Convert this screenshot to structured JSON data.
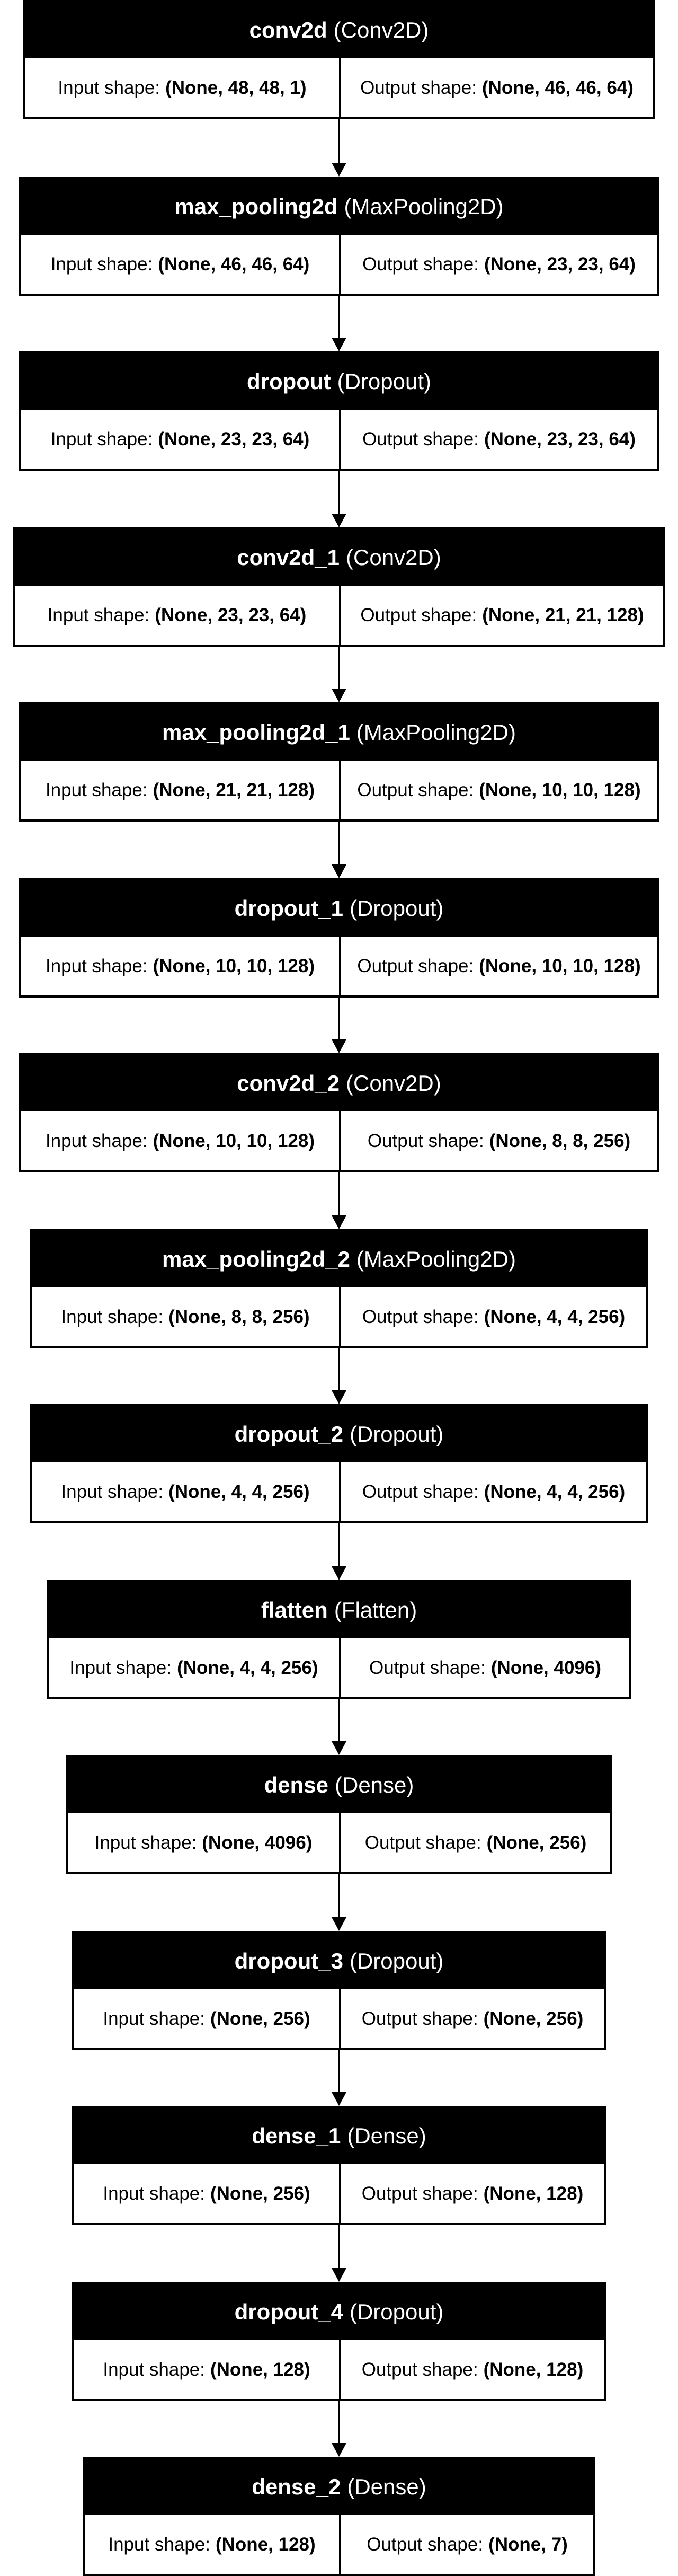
{
  "diagram": {
    "input_label": "Input shape:",
    "output_label": "Output shape:",
    "layers": [
      {
        "name": "conv2d",
        "type": "(Conv2D)",
        "input_shape": "(None, 48, 48, 1)",
        "output_shape": "(None, 46, 46, 64)"
      },
      {
        "name": "max_pooling2d",
        "type": "(MaxPooling2D)",
        "input_shape": "(None, 46, 46, 64)",
        "output_shape": "(None, 23, 23, 64)"
      },
      {
        "name": "dropout",
        "type": "(Dropout)",
        "input_shape": "(None, 23, 23, 64)",
        "output_shape": "(None, 23, 23, 64)"
      },
      {
        "name": "conv2d_1",
        "type": "(Conv2D)",
        "input_shape": "(None, 23, 23, 64)",
        "output_shape": "(None, 21, 21, 128)"
      },
      {
        "name": "max_pooling2d_1",
        "type": "(MaxPooling2D)",
        "input_shape": "(None, 21, 21, 128)",
        "output_shape": "(None, 10, 10, 128)"
      },
      {
        "name": "dropout_1",
        "type": "(Dropout)",
        "input_shape": "(None, 10, 10, 128)",
        "output_shape": "(None, 10, 10, 128)"
      },
      {
        "name": "conv2d_2",
        "type": "(Conv2D)",
        "input_shape": "(None, 10, 10, 128)",
        "output_shape": "(None, 8, 8, 256)"
      },
      {
        "name": "max_pooling2d_2",
        "type": "(MaxPooling2D)",
        "input_shape": "(None, 8, 8, 256)",
        "output_shape": "(None, 4, 4, 256)"
      },
      {
        "name": "dropout_2",
        "type": "(Dropout)",
        "input_shape": "(None, 4, 4, 256)",
        "output_shape": "(None, 4, 4, 256)"
      },
      {
        "name": "flatten",
        "type": "(Flatten)",
        "input_shape": "(None, 4, 4, 256)",
        "output_shape": "(None, 4096)"
      },
      {
        "name": "dense",
        "type": "(Dense)",
        "input_shape": "(None, 4096)",
        "output_shape": "(None, 256)"
      },
      {
        "name": "dropout_3",
        "type": "(Dropout)",
        "input_shape": "(None, 256)",
        "output_shape": "(None, 256)"
      },
      {
        "name": "dense_1",
        "type": "(Dense)",
        "input_shape": "(None, 256)",
        "output_shape": "(None, 128)"
      },
      {
        "name": "dropout_4",
        "type": "(Dropout)",
        "input_shape": "(None, 128)",
        "output_shape": "(None, 128)"
      },
      {
        "name": "dense_2",
        "type": "(Dense)",
        "input_shape": "(None, 128)",
        "output_shape": "(None, 7)"
      }
    ]
  }
}
